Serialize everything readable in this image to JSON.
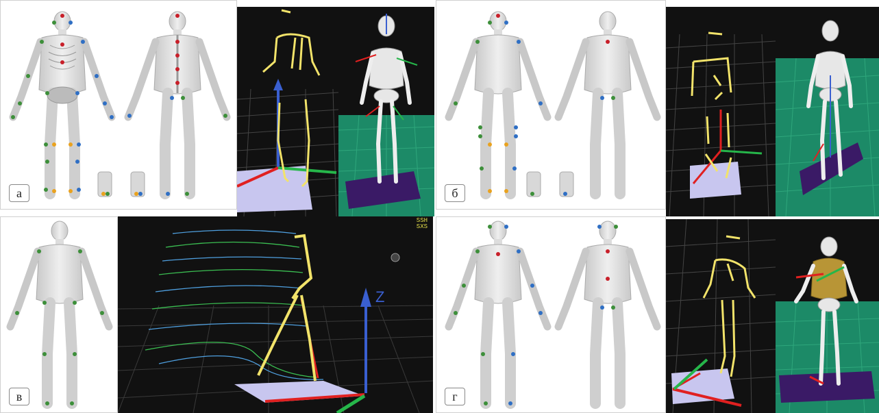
{
  "panels": {
    "a": {
      "label": "а"
    },
    "b": {
      "label": "б"
    },
    "v": {
      "label": "в",
      "hud": {
        "line1": "SSH",
        "line2": "SXS"
      },
      "axis_label": "Z"
    },
    "g": {
      "label": "г"
    }
  },
  "colors": {
    "marker_red": "#c8202a",
    "marker_blue": "#2f6fc4",
    "marker_green": "#3d8f3a",
    "marker_orange": "#e9a21f",
    "stick_yellow": "#f2e36a",
    "axis_blue": "#3a5fd0",
    "axis_red": "#e02020",
    "axis_green": "#26b64a",
    "floor_green": "#1c8a67",
    "plate_lavender": "#c8c6ef",
    "plate_purple": "#3a1a66"
  }
}
